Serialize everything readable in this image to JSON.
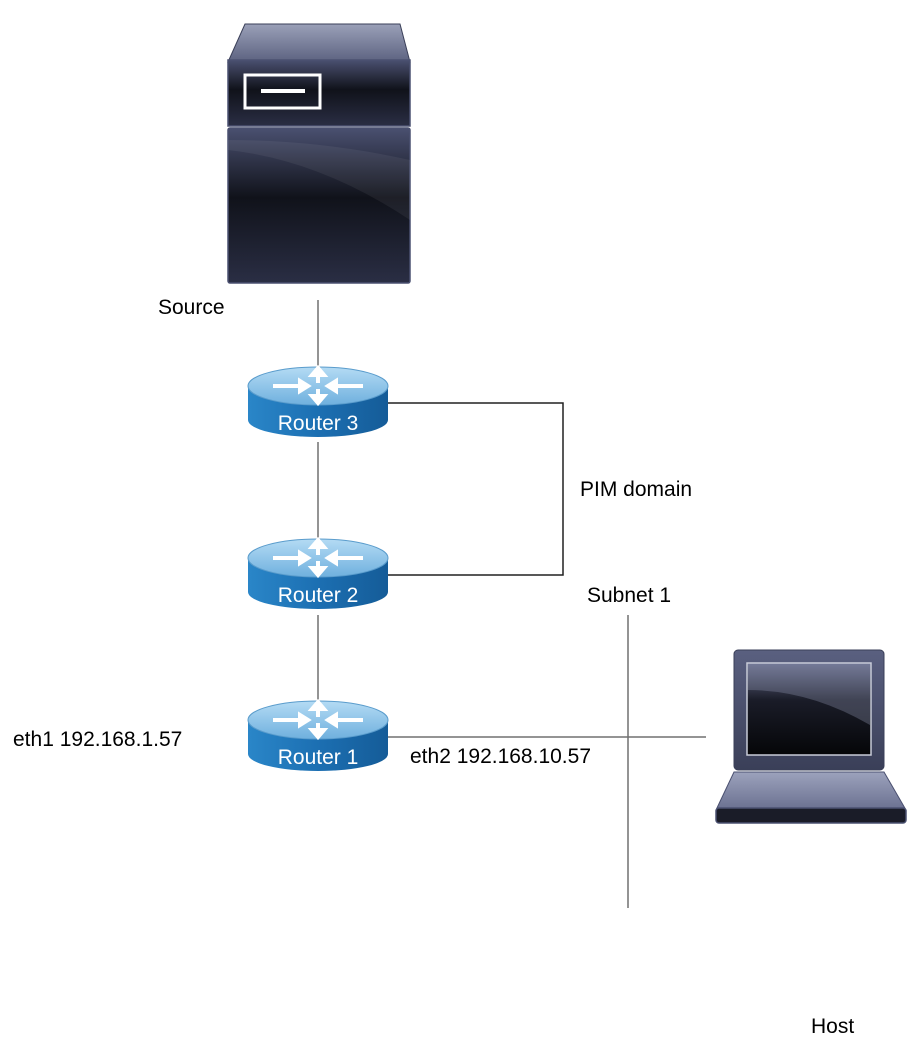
{
  "diagram": {
    "title": "PIM multicast topology",
    "nodes": {
      "source": {
        "label": "Source",
        "type": "server"
      },
      "router3": {
        "label": "Router 3",
        "type": "router"
      },
      "router2": {
        "label": "Router 2",
        "type": "router"
      },
      "router1": {
        "label": "Router 1",
        "type": "router"
      },
      "host": {
        "label": "Host",
        "type": "laptop"
      }
    },
    "annotations": {
      "pim_domain": "PIM domain",
      "subnet": "Subnet 1",
      "eth1": "eth1 192.168.1.57",
      "eth2": "eth2 192.168.10.57"
    },
    "edges": [
      {
        "from": "source",
        "to": "router3"
      },
      {
        "from": "router3",
        "to": "router2"
      },
      {
        "from": "router2",
        "to": "router1"
      },
      {
        "from": "router1",
        "to": "subnet-1",
        "via": "eth2"
      },
      {
        "from": "subnet-1",
        "to": "host"
      }
    ],
    "colors": {
      "router_top": "#8cc4ea",
      "router_side": "#1f74b8",
      "device_dark": "#1a1c28",
      "device_frame": "#4a5070",
      "line": "#707070"
    }
  }
}
